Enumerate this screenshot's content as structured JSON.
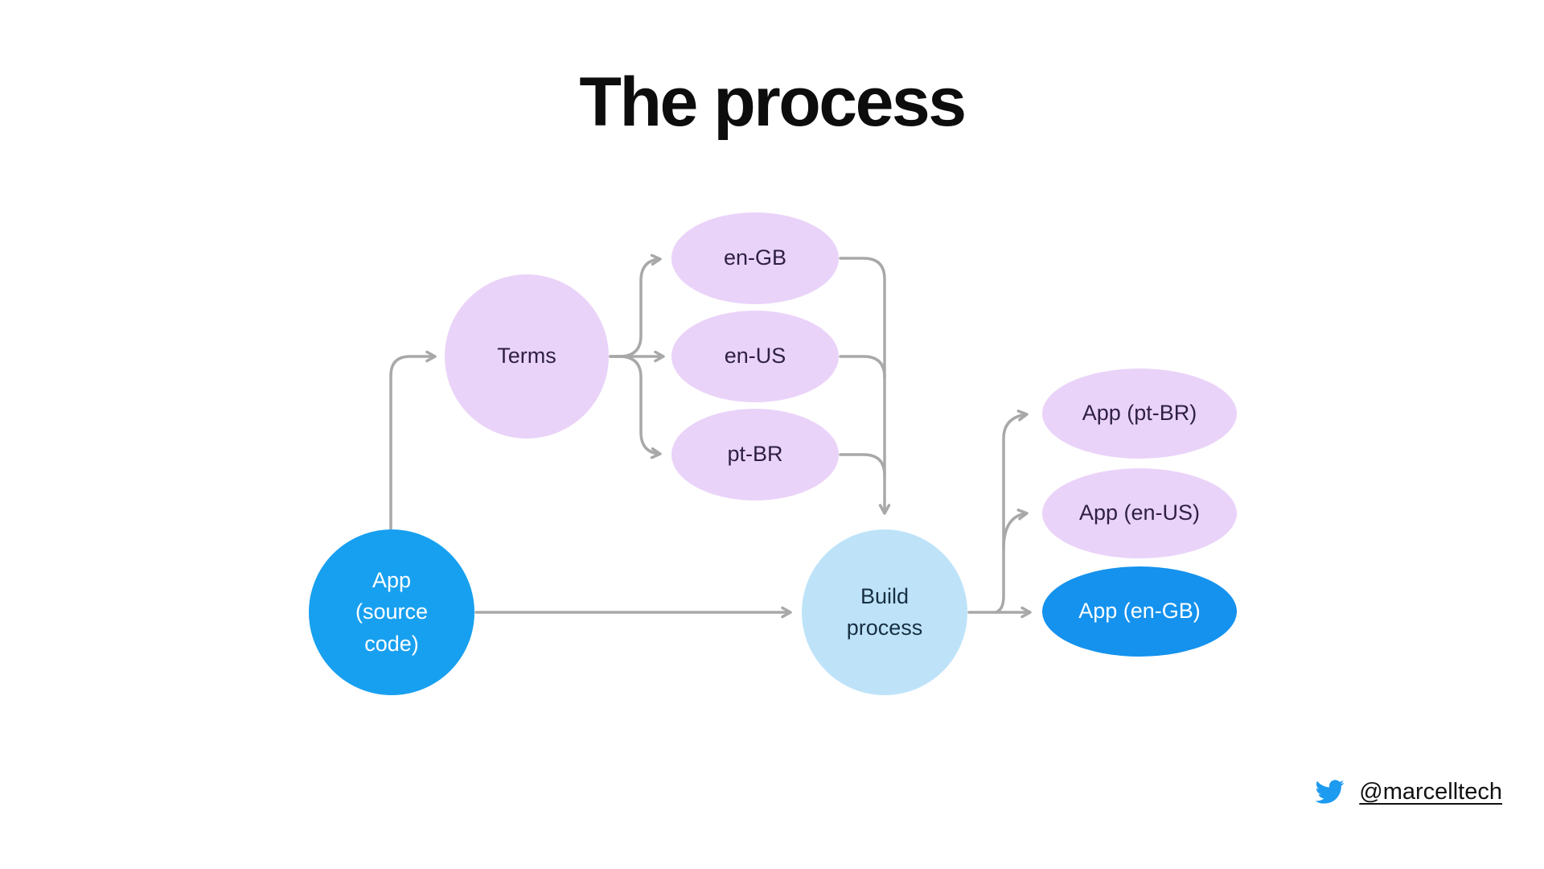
{
  "title": "The process",
  "diagram": {
    "nodes": [
      {
        "id": "app-source",
        "label": "App (source code)",
        "shape": "circle",
        "fill": "#18a0f0",
        "text_color": "#ffffff"
      },
      {
        "id": "terms",
        "label": "Terms",
        "shape": "circle",
        "fill": "#ead3f9",
        "text_color": "#2e1f45"
      },
      {
        "id": "en-gb",
        "label": "en-GB",
        "shape": "ellipse",
        "fill": "#ead3f9",
        "text_color": "#2e1f45"
      },
      {
        "id": "en-us",
        "label": "en-US",
        "shape": "ellipse",
        "fill": "#ead3f9",
        "text_color": "#2e1f45"
      },
      {
        "id": "pt-br",
        "label": "pt-BR",
        "shape": "ellipse",
        "fill": "#ead3f9",
        "text_color": "#2e1f45"
      },
      {
        "id": "build-process",
        "label": "Build process",
        "shape": "circle",
        "fill": "#bee3f9",
        "text_color": "#182f42"
      },
      {
        "id": "app-pt-br",
        "label": "App (pt-BR)",
        "shape": "ellipse",
        "fill": "#ead3f9",
        "text_color": "#2e1f45"
      },
      {
        "id": "app-en-us",
        "label": "App (en-US)",
        "shape": "ellipse",
        "fill": "#ead3f9",
        "text_color": "#2e1f45"
      },
      {
        "id": "app-en-gb",
        "label": "App (en-GB)",
        "shape": "ellipse",
        "fill": "#1492ee",
        "text_color": "#ffffff"
      }
    ],
    "edges": [
      {
        "from": "app-source",
        "to": "terms"
      },
      {
        "from": "app-source",
        "to": "build-process"
      },
      {
        "from": "terms",
        "to": "en-GB"
      },
      {
        "from": "terms",
        "to": "en-US"
      },
      {
        "from": "terms",
        "to": "pt-BR"
      },
      {
        "from": "en-GB",
        "to": "build-process"
      },
      {
        "from": "en-US",
        "to": "build-process"
      },
      {
        "from": "pt-BR",
        "to": "build-process"
      },
      {
        "from": "build-process",
        "to": "app-pt-BR"
      },
      {
        "from": "build-process",
        "to": "app-en-US"
      },
      {
        "from": "build-process",
        "to": "app-en-GB"
      }
    ]
  },
  "footer": {
    "twitter_handle": "@marcelltech",
    "twitter_icon": "twitter-bird-icon",
    "twitter_blue": "#1d9bf0"
  },
  "colors": {
    "background": "#ffffff",
    "title_text": "#0d0d0d",
    "edge_gray": "#a8a8a8",
    "node_purple": "#ead3f9",
    "node_purple_text": "#2e1f45",
    "node_blue": "#18a0f0",
    "node_blue_result": "#1492ee",
    "node_sky": "#bee3f9",
    "node_sky_text": "#182f42"
  }
}
